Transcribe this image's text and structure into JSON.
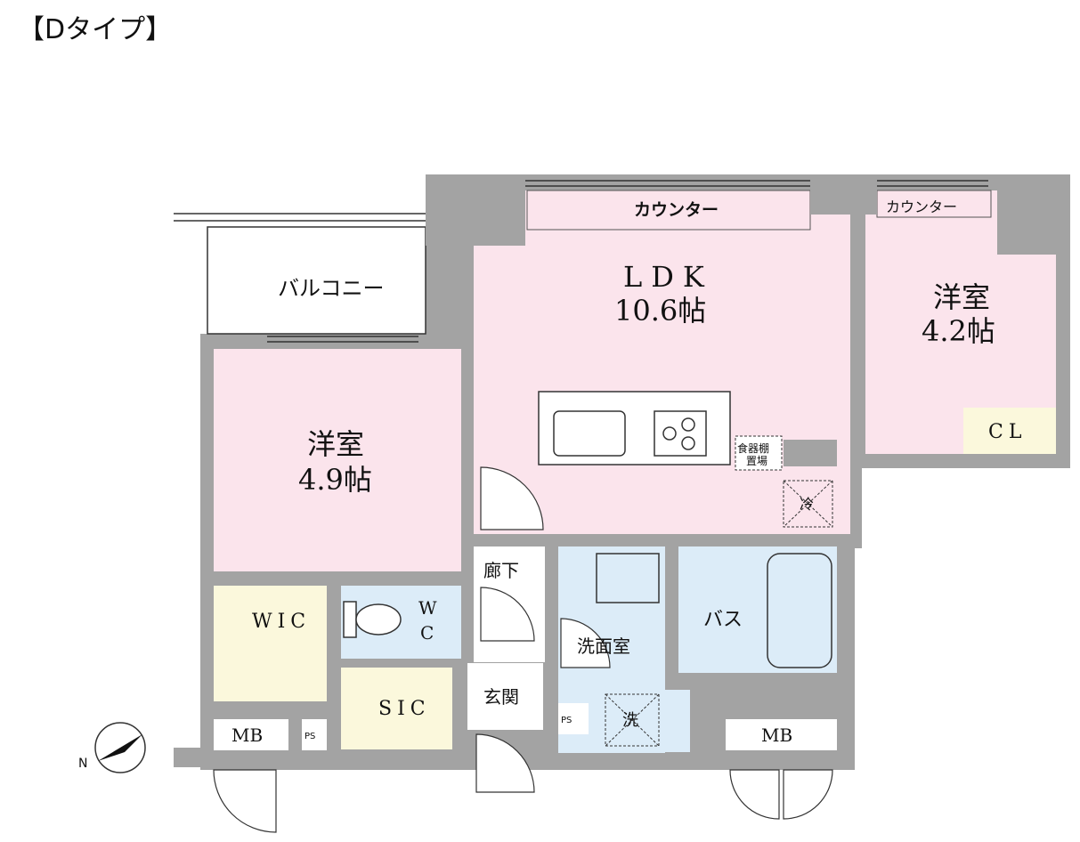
{
  "title": "【Dタイプ】",
  "rooms": {
    "balcony": "バルコニー",
    "ldk_name": "LDK",
    "ldk_size": "10.6帖",
    "western_a_name": "洋室",
    "western_a_size": "4.2帖",
    "western_b_name": "洋室",
    "western_b_size": "4.9帖",
    "counter_main": "カウンター",
    "counter_side": "カウンター",
    "cl": "CL",
    "wic": "WIC",
    "wc_top": "W",
    "wc_bottom": "C",
    "sic": "SIC",
    "hallway": "廊下",
    "entrance": "玄関",
    "washroom": "洗面室",
    "bath": "バス",
    "washer": "洗",
    "fridge": "冷",
    "shelf_top": "食器棚",
    "shelf_bottom": "置場",
    "mb_left": "MB",
    "mb_right": "MB",
    "ps_left": "PS",
    "ps_right": "PS",
    "north": "N"
  },
  "colors": {
    "wall": "#a3a3a3",
    "pink_room": "#fbe4ec",
    "blue_room": "#dcecf8",
    "yellow_room": "#fbf8dc",
    "white_room": "#ffffff"
  }
}
